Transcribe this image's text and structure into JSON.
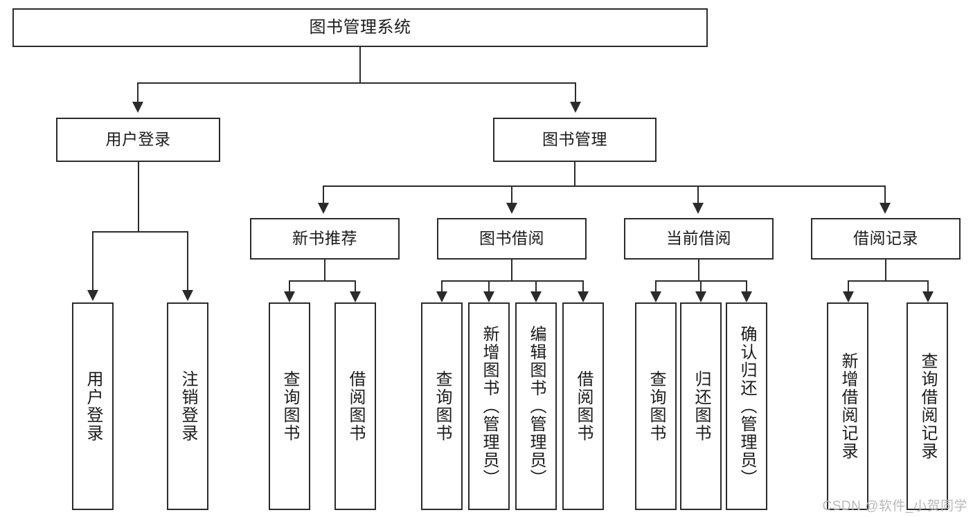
{
  "diagram": {
    "title": "图书管理系统",
    "type": "tree",
    "watermark": "CSDN @软件_小贺同学",
    "colors": {
      "stroke": "#2b2b2b",
      "fill": "#ffffff",
      "text": "#1b1b1b",
      "watermark": "#b9b9b9"
    },
    "root": {
      "label": "图书管理系统"
    },
    "level1": [
      {
        "id": "user-login",
        "label": "用户登录"
      },
      {
        "id": "book-manage",
        "label": "图书管理"
      }
    ],
    "level2": [
      {
        "id": "new-book-rec",
        "label": "新书推荐",
        "parent": "book-manage"
      },
      {
        "id": "book-borrow",
        "label": "图书借阅",
        "parent": "book-manage"
      },
      {
        "id": "current-borrow",
        "label": "当前借阅",
        "parent": "book-manage"
      },
      {
        "id": "borrow-record",
        "label": "借阅记录",
        "parent": "book-manage"
      }
    ],
    "leaves": [
      {
        "id": "leaf-1",
        "label": "用户登录",
        "parent": "user-login"
      },
      {
        "id": "leaf-2",
        "label": "注销登录",
        "parent": "user-login"
      },
      {
        "id": "leaf-3",
        "label": "查询图书",
        "parent": "new-book-rec"
      },
      {
        "id": "leaf-4",
        "label": "借阅图书",
        "parent": "new-book-rec"
      },
      {
        "id": "leaf-5",
        "label": "查询图书",
        "parent": "book-borrow"
      },
      {
        "id": "leaf-6",
        "label": "新增图书（管理员）",
        "parent": "book-borrow"
      },
      {
        "id": "leaf-7",
        "label": "编辑图书（管理员）",
        "parent": "book-borrow"
      },
      {
        "id": "leaf-8",
        "label": "借阅图书",
        "parent": "book-borrow"
      },
      {
        "id": "leaf-9",
        "label": "查询图书",
        "parent": "current-borrow"
      },
      {
        "id": "leaf-10",
        "label": "归还图书",
        "parent": "current-borrow"
      },
      {
        "id": "leaf-11",
        "label": "确认归还（管理员）",
        "parent": "current-borrow"
      },
      {
        "id": "leaf-12",
        "label": "新增借阅记录",
        "parent": "borrow-record"
      },
      {
        "id": "leaf-13",
        "label": "查询借阅记录",
        "parent": "borrow-record"
      }
    ]
  }
}
